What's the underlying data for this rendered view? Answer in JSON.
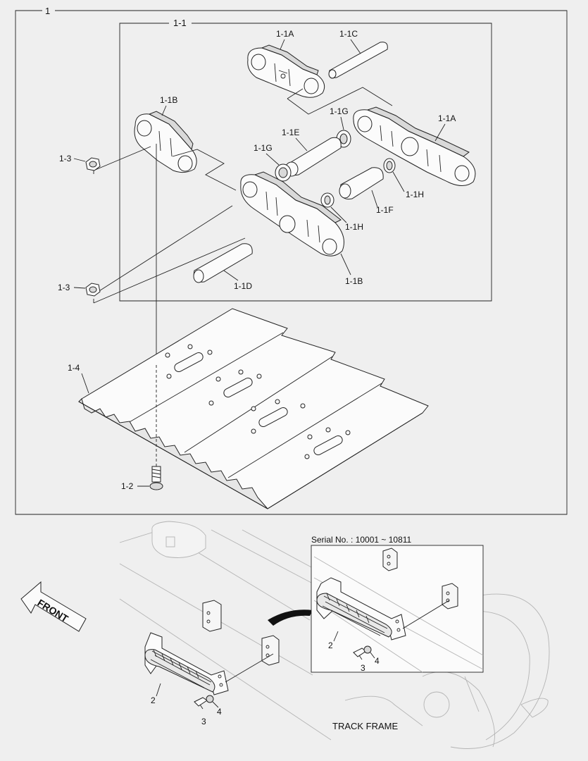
{
  "labels": {
    "assembly": "1",
    "subassembly": "1-1",
    "link_a_top": "1-1A",
    "pin_c": "1-1C",
    "link_b_left": "1-1B",
    "spacer_g_right": "1-1G",
    "link_a_right": "1-1A",
    "bushing_e": "1-1E",
    "spacer_g_left": "1-1G",
    "nut_upper": "1-3",
    "spacer_h_right": "1-1H",
    "bushing_f": "1-1F",
    "spacer_h_left": "1-1H",
    "link_b_bottom": "1-1B",
    "pin_d": "1-1D",
    "nut_lower": "1-3",
    "shoe": "1-4",
    "bolt": "1-2",
    "step_left": "2",
    "bolt_left": "3",
    "washer_left": "4",
    "step_inset": "2",
    "bolt_inset": "3",
    "washer_inset": "4"
  },
  "front_label": "FRONT",
  "serial_note": "Serial No. : 10001 ~ 10811",
  "frame_caption": "TRACK FRAME"
}
